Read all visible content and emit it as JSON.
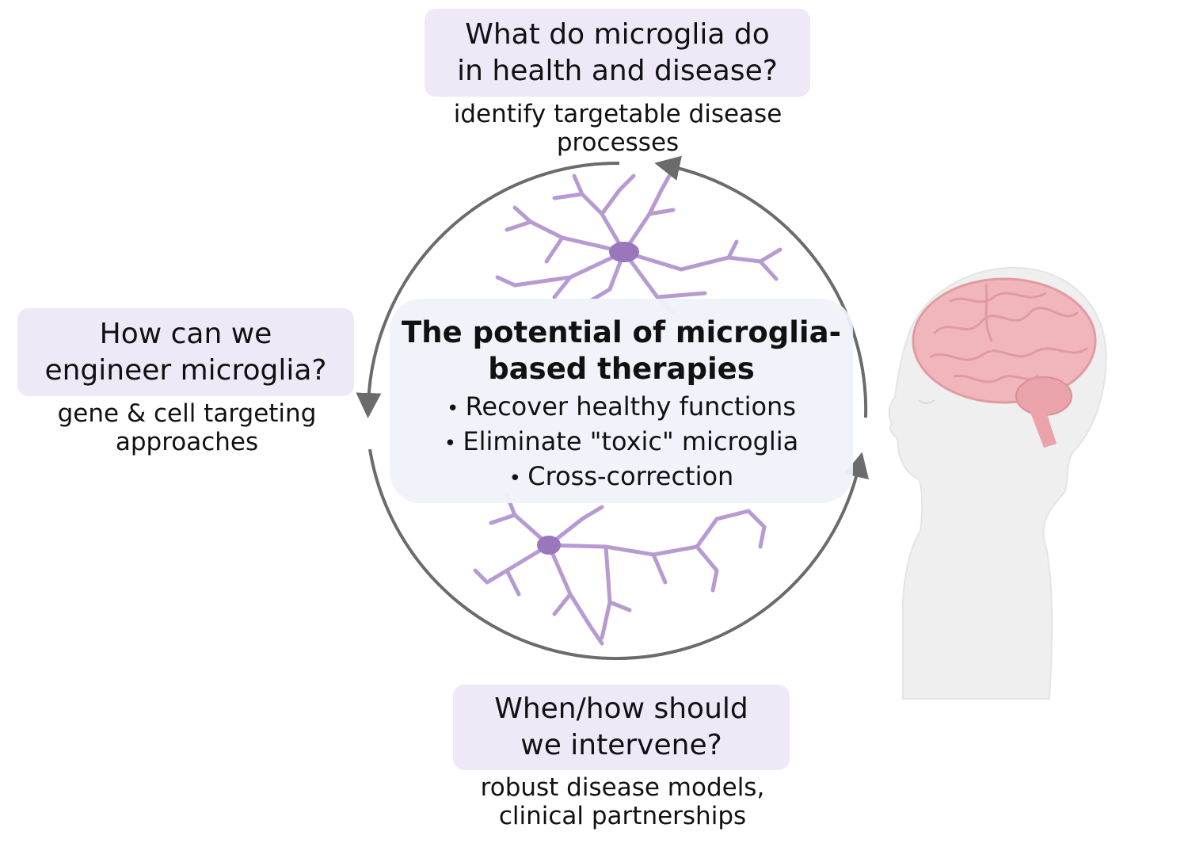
{
  "questions": {
    "top": {
      "line1": "What do microglia do",
      "line2": "in health and disease?",
      "sub1": "identify targetable disease",
      "sub2": "processes"
    },
    "left": {
      "line1": "How can we",
      "line2": "engineer microglia?",
      "sub1": "gene & cell targeting",
      "sub2": "approaches"
    },
    "bottom": {
      "line1": "When/how should",
      "line2": "we intervene?",
      "sub1": "robust disease models,",
      "sub2": "clinical partnerships"
    }
  },
  "center": {
    "title": "The potential of microglia-based therapies",
    "items": [
      "Recover healthy functions",
      "Eliminate \"toxic\" microglia",
      "Cross-correction"
    ]
  },
  "colors": {
    "question_box": "#efe8f7",
    "microglia": "#b79ad2",
    "microglia_nucleus": "#9a76bd",
    "cycle_arrow": "#6b6b6b",
    "brain": "#f0b6bb",
    "child_silhouette": "#efefef"
  },
  "icons": [
    "microglia-cell-icon",
    "cycle-arrow-icon",
    "child-head-brain-icon"
  ]
}
